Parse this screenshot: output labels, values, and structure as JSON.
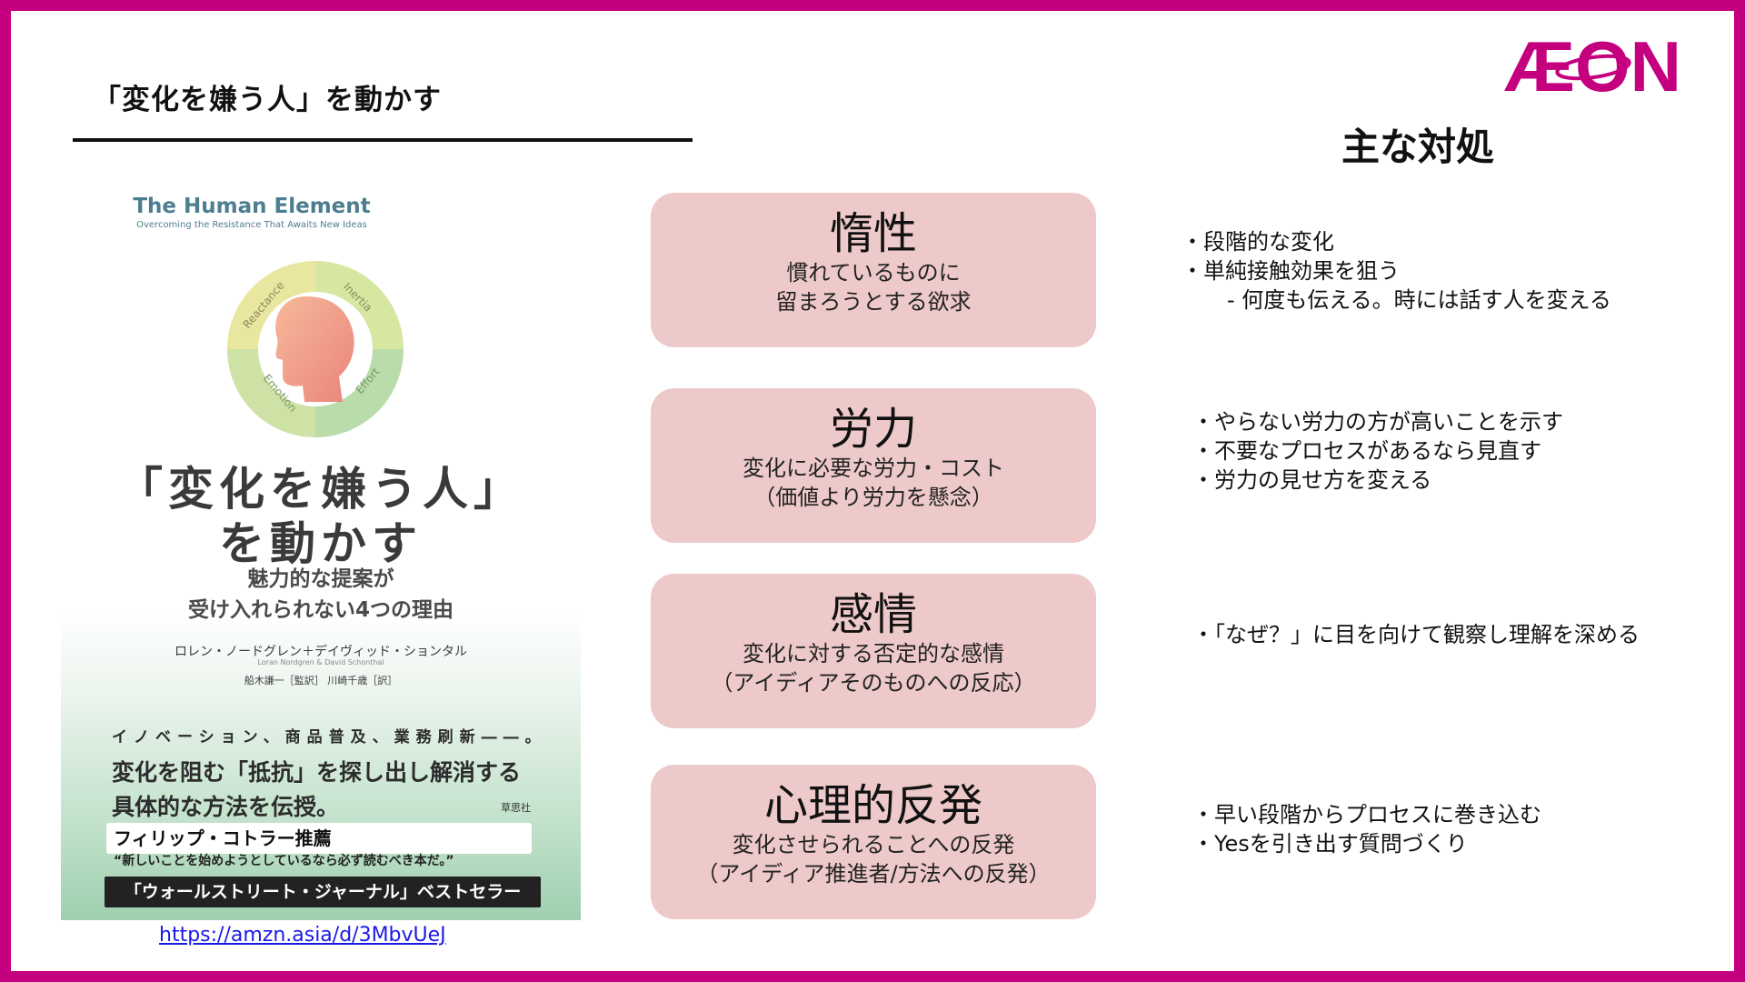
{
  "slide": {
    "title": "「変化を嫌う人」を動かす",
    "logo_text": "ÆON",
    "column_heading": "主な対処",
    "accent_color": "#c5007f"
  },
  "book": {
    "english_title": "The Human Element",
    "english_subtitle": "Overcoming the Resistance That Awaits New Ideas",
    "cycle_labels": [
      "Reactance",
      "Inertia",
      "Effort",
      "Emotion"
    ],
    "japanese_title_line1": "「変化を嫌う人」",
    "japanese_title_line2": "を動かす",
    "japanese_subtitle_line1": "魅力的な提案が",
    "japanese_subtitle_line2": "受け入れられない4つの理由",
    "authors": "ロレン・ノードグレン＋デイヴィッド・ションタル",
    "authors_en": "Loran Nordgren & David Schonthal",
    "translators": "船木謙一［監訳］ 川崎千歳［訳］",
    "band_line1": "イノベーション、商品普及、業務刷新――。",
    "band_line2": "変化を阻む「抵抗」を探し出し解消する",
    "band_line3": "具体的な方法を伝授。",
    "publisher": "草思社",
    "recommendation": "フィリップ・コトラー推薦",
    "quote": "“新しいことを始めようとしているなら必ず読むべき本だ。”",
    "bestseller": "「ウォールストリート・ジャーナル」ベストセラー",
    "link": "https://amzn.asia/d/3MbvUeJ"
  },
  "factors": [
    {
      "term": "惰性",
      "desc_line1": "慣れているものに",
      "desc_line2": "留まろうとする欲求",
      "actions": [
        "・段階的な変化",
        "・単純接触効果を狙う"
      ],
      "sub_action": "- 何度も伝える。時には話す人を変える"
    },
    {
      "term": "労力",
      "desc_line1": "変化に必要な労力・コスト",
      "desc_line2": "（価値より労力を懸念）",
      "actions": [
        "・やらない労力の方が高いことを示す",
        "・不要なプロセスがあるなら見直す",
        "・労力の見せ方を変える"
      ]
    },
    {
      "term": "感情",
      "desc_line1": "変化に対する否定的な感情",
      "desc_line2": "（アイディアそのものへの反応）",
      "actions": [
        "・「なぜ？」に目を向けて観察し理解を深める"
      ]
    },
    {
      "term": "心理的反発",
      "desc_line1": "変化させられることへの反発",
      "desc_line2": "（アイディア推進者/方法への反発）",
      "actions": [
        "・早い段階からプロセスに巻き込む",
        "・Yesを引き出す質問づくり"
      ]
    }
  ]
}
